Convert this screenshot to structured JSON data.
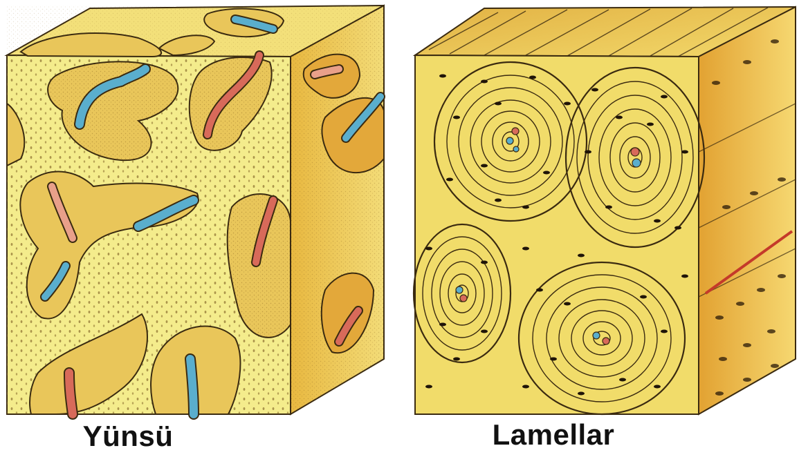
{
  "diagram": {
    "labels": {
      "spongy": "Yünsü",
      "lamellar": "Lamellar"
    },
    "colors": {
      "bone_light": "#f4ec8c",
      "bone_mid": "#e9cf5a",
      "bone_dark": "#d99a2a",
      "outline": "#3a2a10",
      "vessel_blue": "#5aaecd",
      "vessel_red": "#d86a5a",
      "vessel_pink": "#e9a08a"
    },
    "icons": [
      "spongy-bone-block",
      "lamellar-bone-block"
    ]
  }
}
